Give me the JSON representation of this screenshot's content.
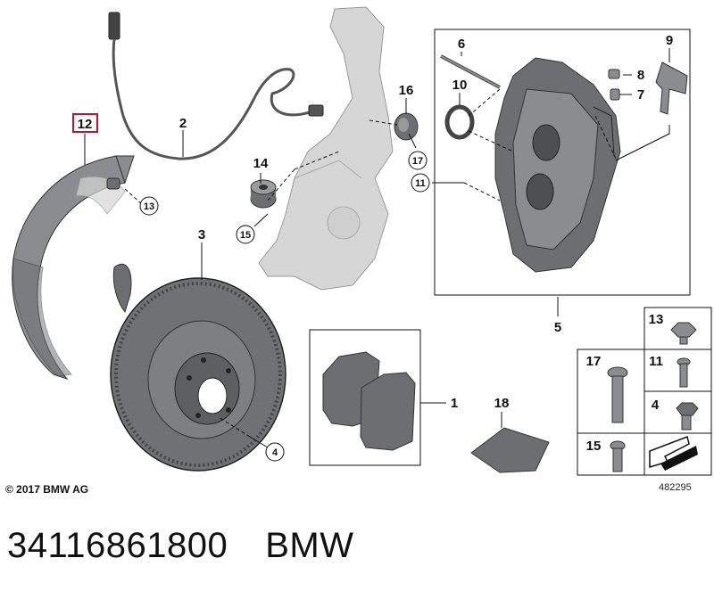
{
  "diagram": {
    "callouts": {
      "p1": "1",
      "p2": "2",
      "p3": "3",
      "p4": "4",
      "p5": "5",
      "p6": "6",
      "p7": "7",
      "p8": "8",
      "p9": "9",
      "p10": "10",
      "p11": "11",
      "p12": "12",
      "p13": "13",
      "p14": "14",
      "p15": "15",
      "p16": "16",
      "p17": "17",
      "p18": "18"
    },
    "circled": {
      "c13": "13",
      "c15": "15",
      "c17": "17",
      "c11": "11",
      "c4": "4"
    },
    "hardware_grid": {
      "g13": "13",
      "g17": "17",
      "g11": "11",
      "g4": "4",
      "g15": "15"
    },
    "highlight_color": "#c8102e",
    "copyright": "© 2017 BMW AG",
    "diagram_id": "482295"
  },
  "caption": {
    "part_number": "34116861800",
    "brand": "BMW"
  }
}
